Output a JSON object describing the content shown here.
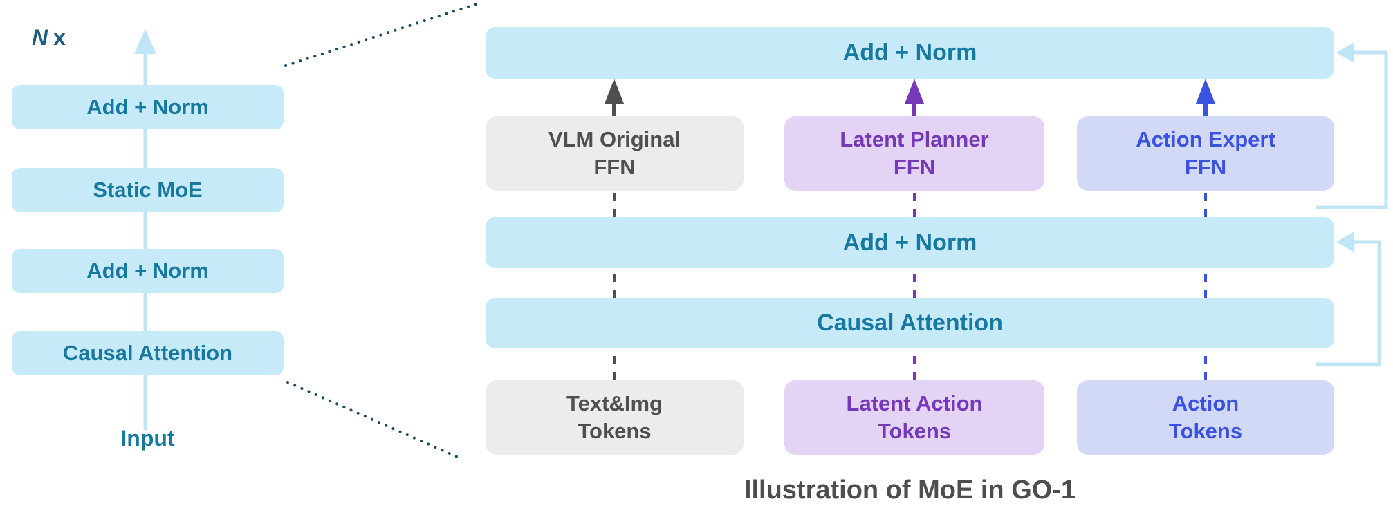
{
  "colors": {
    "bar-bg": "#c7eaf8",
    "bar-text": "#1779a0",
    "gray-bg": "#ececec",
    "gray-text": "#4f4f4f",
    "purple-bg": "#e3d3f5",
    "purple-text": "#7438b8",
    "blue-bg": "#d2d9f7",
    "blue-text": "#3a52e0",
    "blue-arrow": "#3a52e0",
    "residual": "#bfe5f6",
    "connector": "#1b4a63",
    "n-label": "#1f5c7d",
    "caption": "#4d4d4d"
  },
  "left_stack": {
    "repeat_label_n": "N",
    "repeat_label_x": "x",
    "blocks": [
      "Add + Norm",
      "Static MoE",
      "Add + Norm",
      "Causal Attention"
    ],
    "input_label": "Input"
  },
  "right_diagram": {
    "top_addnorm": "Add + Norm",
    "mid_addnorm": "Add + Norm",
    "attention": "Causal Attention",
    "experts": [
      {
        "line1": "VLM Original",
        "line2": "FFN"
      },
      {
        "line1": "Latent Planner",
        "line2": "FFN"
      },
      {
        "line1": "Action Expert",
        "line2": "FFN"
      }
    ],
    "tokens": [
      {
        "line1": "Text&Img",
        "line2": "Tokens"
      },
      {
        "line1": "Latent Action",
        "line2": "Tokens"
      },
      {
        "line1": "Action",
        "line2": "Tokens"
      }
    ]
  },
  "caption": "Illustration of MoE in GO-1"
}
